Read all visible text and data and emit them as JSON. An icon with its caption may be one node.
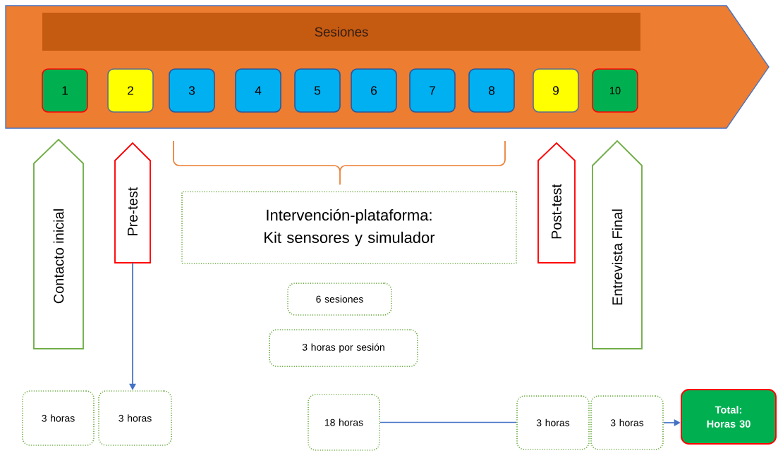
{
  "diagram": {
    "nodes": [
      {
        "text": [],
        "shape": "band"
      },
      {
        "text": [
          "Sesiones"
        ],
        "in": 0
      },
      {
        "text": [
          "1"
        ],
        "in": 0
      },
      {
        "text": [
          "2"
        ],
        "in": 0
      },
      {
        "text": [
          "3"
        ],
        "in": 0
      },
      {
        "text": [
          "4"
        ],
        "in": 0
      },
      {
        "text": [
          "5"
        ],
        "in": 0
      },
      {
        "text": [
          "6"
        ],
        "in": 0
      },
      {
        "text": [
          "7"
        ],
        "in": 0
      },
      {
        "text": [
          "8"
        ],
        "in": 0
      },
      {
        "text": [
          "9"
        ],
        "in": 0
      },
      {
        "text": [
          "10"
        ],
        "in": 0
      },
      {
        "text": [
          "Contacto inicial"
        ]
      },
      {
        "text": [
          "Pre-test"
        ]
      },
      {
        "text": [
          "Intervención-plataforma: Kit sensores y simulador"
        ]
      },
      {
        "text": [
          "Post-test"
        ]
      },
      {
        "text": [
          "Entrevista Final"
        ]
      },
      {
        "text": [
          "6 sesiones"
        ]
      },
      {
        "text": [
          "3 horas por sesión"
        ]
      },
      {
        "text": [
          "3 horas"
        ]
      },
      {
        "text": [
          "3 horas"
        ]
      },
      {
        "text": [
          "18 horas"
        ]
      },
      {
        "text": [
          "3 horas"
        ]
      },
      {
        "text": [
          "3 horas"
        ]
      },
      {
        "text": [
          "Total: Horas 30"
        ]
      }
    ],
    "edges": [
      {
        "from": 13,
        "to": 20,
        "arrow": "to"
      },
      {
        "from": 21,
        "to": 22,
        "arrow": "none"
      },
      {
        "from": 23,
        "to": 24,
        "arrow": "to"
      }
    ]
  }
}
